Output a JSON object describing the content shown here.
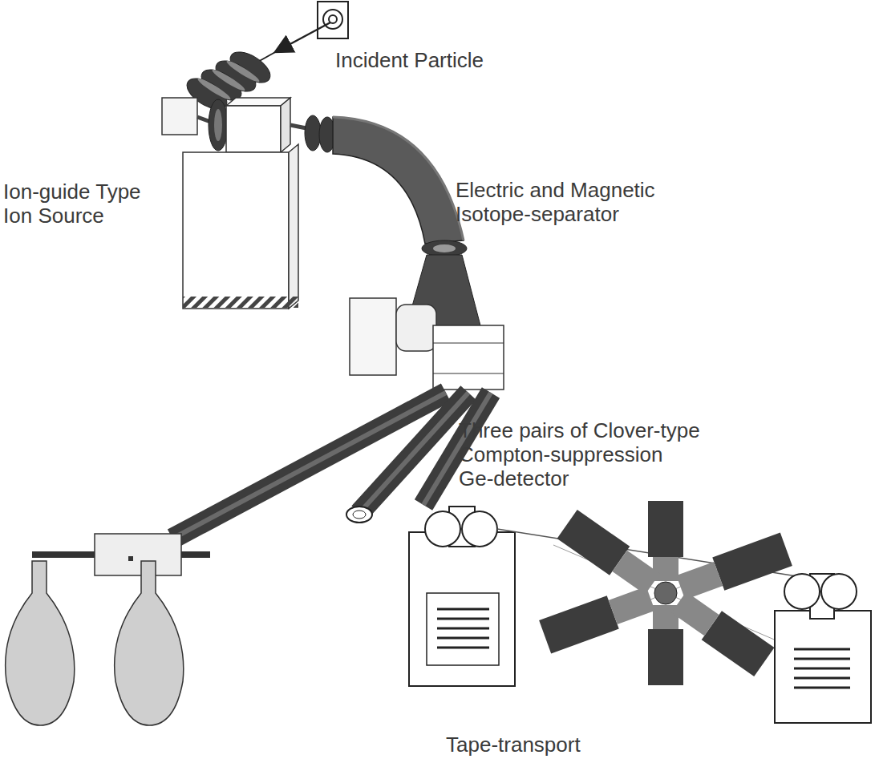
{
  "diagram": {
    "labels": [
      "Incident Particle",
      "Ion-guide Type Ion Source",
      "Electric and Magnetic Isotope-separator",
      "Three pairs of Clover-type Compton-suppression Ge-detector",
      "Tape-transport"
    ]
  }
}
